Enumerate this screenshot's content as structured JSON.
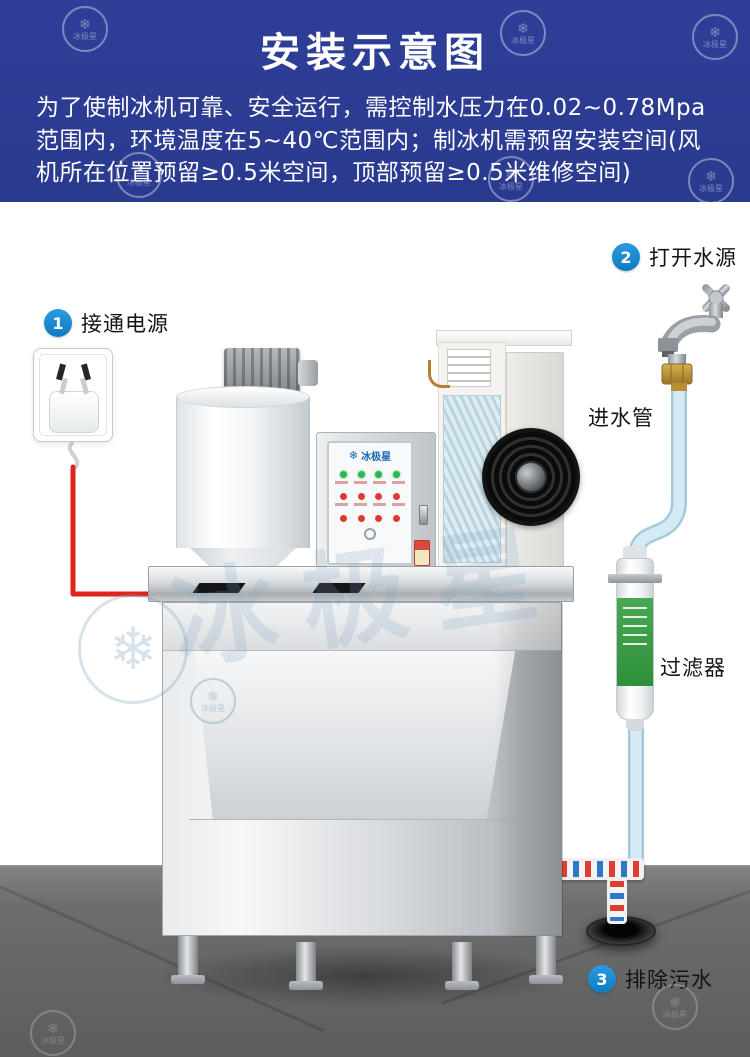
{
  "header": {
    "title": "安装示意图",
    "description": "为了使制冰机可靠、安全运行，需控制水压力在0.02~0.78Mpa范围内，环境温度在5~40℃范围内；制冰机需预留安装空间(风机所在位置预留≥0.5米空间，顶部预留≥0.5米维修空间)"
  },
  "steps": [
    {
      "number": "1",
      "label": "接通电源"
    },
    {
      "number": "2",
      "label": "打开水源"
    },
    {
      "number": "3",
      "label": "排除污水"
    }
  ],
  "labels": {
    "inlet_pipe": "进水管",
    "filter": "过滤器"
  },
  "machine": {
    "brand": "冰极星",
    "brand_icon": "❄"
  },
  "watermark": {
    "text": "冰极星",
    "icon": "❄"
  },
  "colors": {
    "header_bg": "#2c3c92",
    "step_badge": "#1489d6",
    "pipe": "#cde8f4",
    "power_cable": "#e02419",
    "filter_label": "#39984a",
    "floor": "#6b6b6b",
    "brand_blue": "#1766b8"
  }
}
